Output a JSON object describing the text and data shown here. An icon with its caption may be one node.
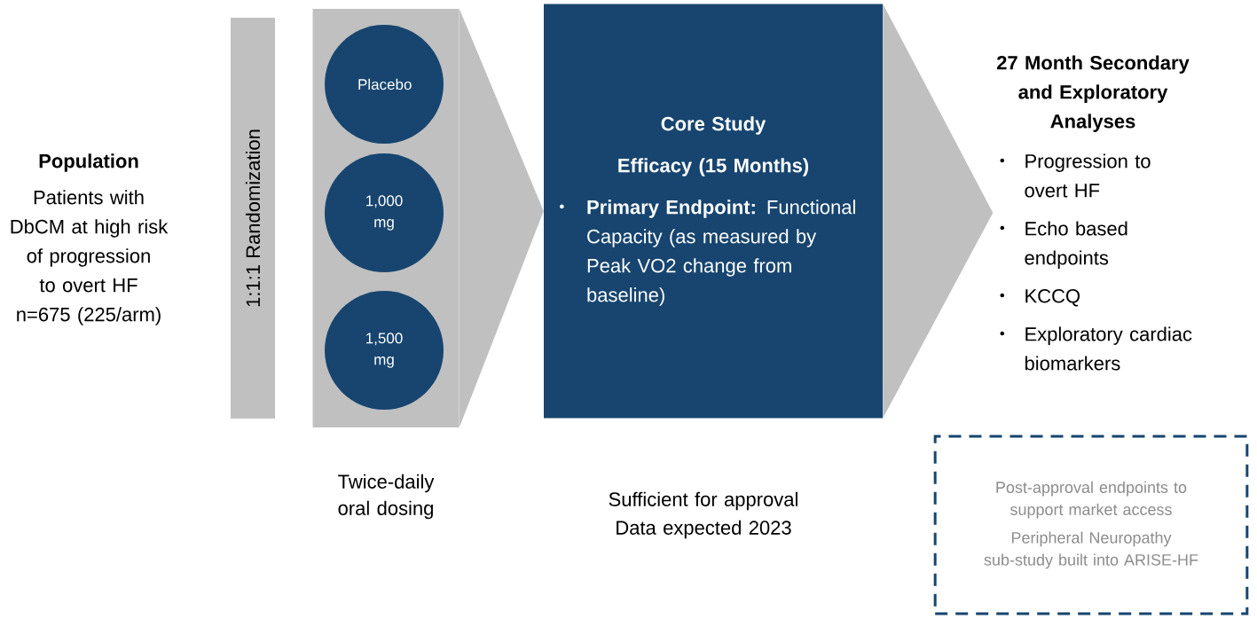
{
  "diagram": {
    "nodes": [
      {
        "text": [
          "Population",
          "Patients with DbCM at high risk of progression to overt HF n=675 (225/arm)"
        ]
      },
      {
        "text": [
          "1:1:1 Randomization"
        ]
      },
      {
        "text": [],
        "shape": "box",
        "beside": [
          "Twice-daily oral dosing"
        ]
      },
      {
        "text": [
          "Placebo"
        ],
        "in": 2
      },
      {
        "text": [
          "1,000 mg"
        ],
        "in": 2
      },
      {
        "text": [
          "1,500 mg"
        ],
        "in": 2
      },
      {
        "text": [
          "Core Study",
          "Efficacy (15 Months)",
          "**Primary Endpoint:** Functional Capacity (as measured by Peak VO2 change from baseline)"
        ],
        "beside": [
          "Sufficient for approval",
          "Data expected 2023"
        ]
      },
      {
        "text": [
          "27 Month Secondary and Exploratory Analyses",
          "Progression to overt HF",
          "Echo based endpoints",
          "KCCQ",
          "Exploratory cardiac biomarkers"
        ]
      },
      {
        "text": [
          "Post-approval endpoints to support market access",
          "Peripheral Neuropathy sub-study built into ARISE-HF"
        ]
      }
    ],
    "edges": [
      {
        "from": 2,
        "to": 6,
        "arrow": "to"
      },
      {
        "from": 6,
        "to": 7,
        "arrow": "to"
      }
    ]
  }
}
